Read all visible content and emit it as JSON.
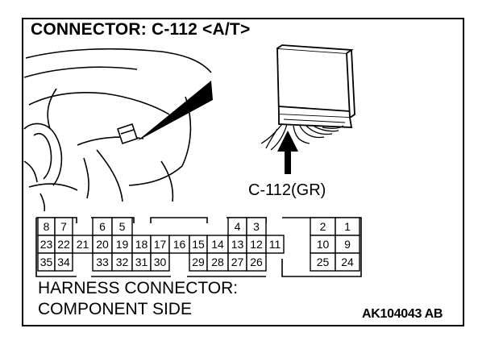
{
  "title": "CONNECTOR: C-112 <A/T>",
  "callout_label": "C-112(GR)",
  "caption_line1": "HARNESS CONNECTOR:",
  "caption_line2": "COMPONENT SIDE",
  "figure_code": "AK104043 AB",
  "pin_rows": [
    [
      "8",
      "7",
      "",
      "6",
      "5",
      "",
      "",
      "",
      "",
      "",
      "4",
      "3",
      "",
      "",
      "2",
      "1"
    ],
    [
      "23",
      "22",
      "21",
      "20",
      "19",
      "18",
      "17",
      "16",
      "15",
      "14",
      "13",
      "12",
      "11",
      "",
      "10",
      "9"
    ],
    [
      "35",
      "34",
      "",
      "33",
      "32",
      "31",
      "30",
      "",
      "29",
      "28",
      "27",
      "26",
      "",
      "",
      "25",
      "24"
    ]
  ]
}
